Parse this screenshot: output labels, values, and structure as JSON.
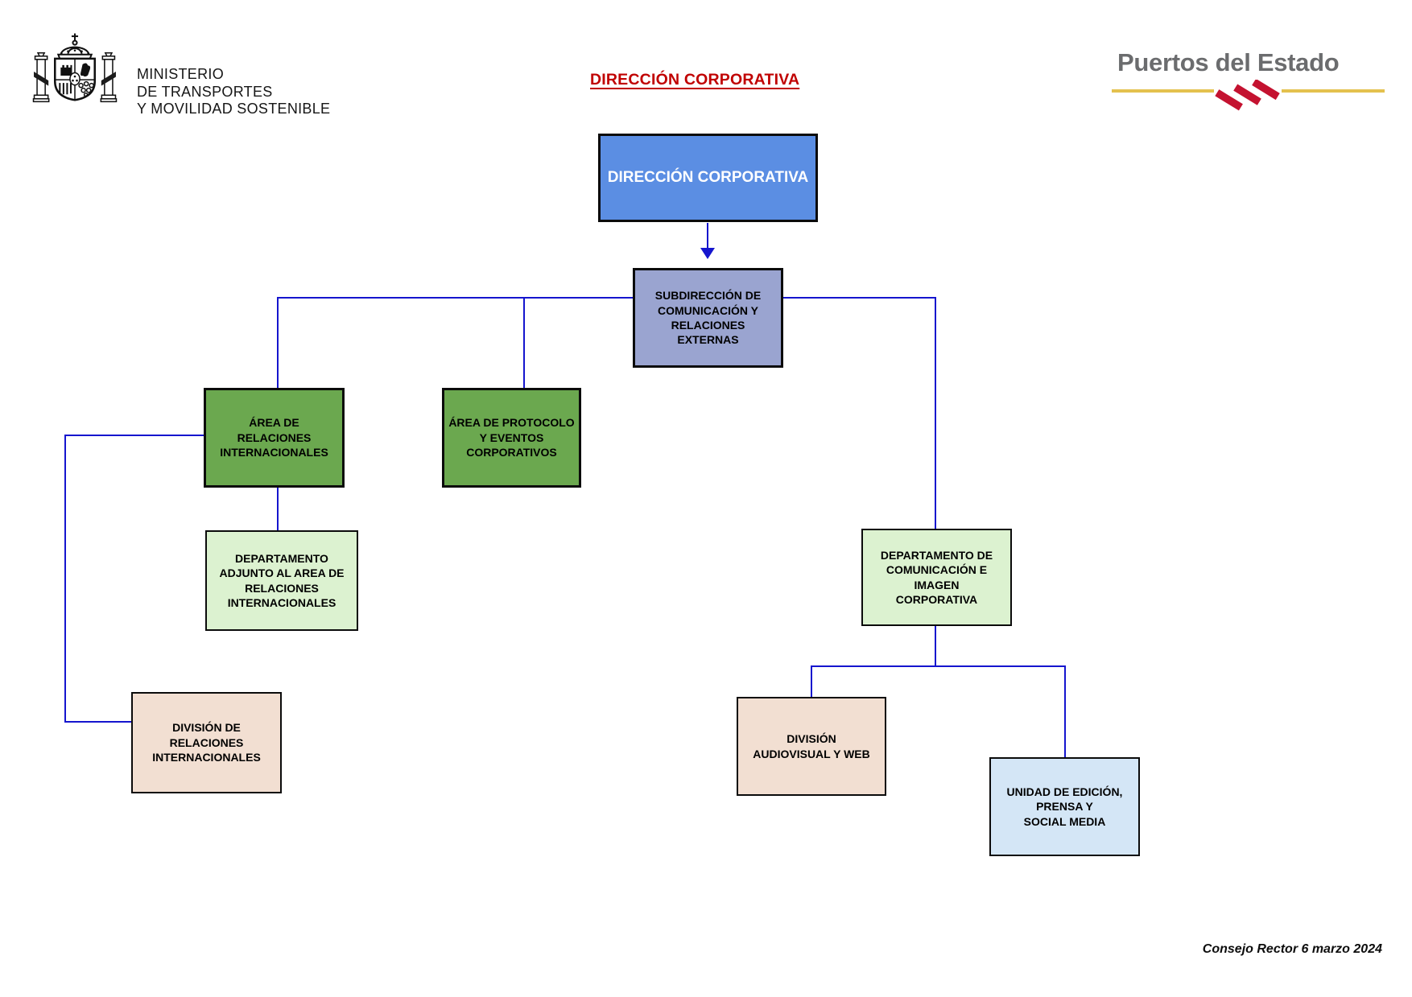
{
  "header": {
    "ministry": {
      "lines": [
        "MINISTERIO",
        "DE TRANSPORTES",
        "Y MOVILIDAD SOSTENIBLE"
      ]
    },
    "title": "DIRECCIÓN CORPORATIVA",
    "brand": "Puertos del Estado"
  },
  "org": {
    "nodes": {
      "direccion": {
        "label": "DIRECCIÓN CORPORATIVA",
        "fill": "#5B8EE3",
        "text_color": "#FFFFFF"
      },
      "subdireccion": {
        "label": "SUBDIRECCIÓN DE\nCOMUNICACIÓN Y\nRELACIONES\nEXTERNAS",
        "fill": "#9AA4D0",
        "text_color": "#000000"
      },
      "area_relaciones": {
        "label": "ÁREA DE\nRELACIONES\nINTERNACIONALES",
        "fill": "#6BA84F",
        "text_color": "#000000"
      },
      "area_protocolo": {
        "label": "ÁREA DE PROTOCOLO\nY EVENTOS\nCORPORATIVOS",
        "fill": "#6BA84F",
        "text_color": "#000000"
      },
      "depto_adjunto": {
        "label": "DEPARTAMENTO\nADJUNTO AL AREA DE\nRELACIONES\nINTERNACIONALES",
        "fill": "#DCF2D0",
        "text_color": "#000000"
      },
      "depto_comunicacion": {
        "label": "DEPARTAMENTO DE\nCOMUNICACIÓN E\nIMAGEN\nCORPORATIVA",
        "fill": "#DCF2D0",
        "text_color": "#000000"
      },
      "division_relaciones": {
        "label": "DIVISIÓN DE\nRELACIONES\nINTERNACIONALES",
        "fill": "#F2DFD2",
        "text_color": "#000000"
      },
      "division_audiovisual": {
        "label": "DIVISIÓN\nAUDIOVISUAL Y WEB",
        "fill": "#F2DFD2",
        "text_color": "#000000"
      },
      "unidad_edicion": {
        "label": "UNIDAD DE EDICIÓN,\nPRENSA Y\nSOCIAL MEDIA",
        "fill": "#D4E6F6",
        "text_color": "#000000"
      }
    },
    "edges": [
      [
        "direccion",
        "subdireccion"
      ],
      [
        "subdireccion",
        "area_relaciones"
      ],
      [
        "subdireccion",
        "area_protocolo"
      ],
      [
        "subdireccion",
        "depto_comunicacion"
      ],
      [
        "area_relaciones",
        "depto_adjunto"
      ],
      [
        "area_relaciones",
        "division_relaciones"
      ],
      [
        "depto_comunicacion",
        "division_audiovisual"
      ],
      [
        "depto_comunicacion",
        "unidad_edicion"
      ]
    ]
  },
  "footer": {
    "note": "Consejo Rector 6 marzo 2024"
  },
  "colors": {
    "title_red": "#C00000",
    "connector_blue": "#1515CE",
    "brand_gray": "#6B6C6E",
    "brand_gold": "#E4C14E",
    "brand_red": "#C41230"
  }
}
